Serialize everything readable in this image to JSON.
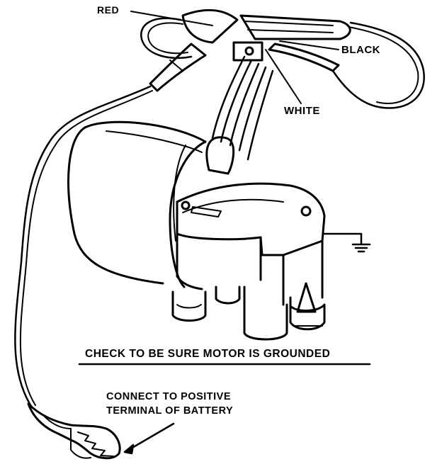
{
  "labels": {
    "red": "RED",
    "black": "BLACK",
    "white": "WHITE",
    "grounded_note": "CHECK TO BE SURE MOTOR IS GROUNDED",
    "connect_line1": "CONNECT TO POSITIVE",
    "connect_line2": "TERMINAL OF BATTERY"
  },
  "colors": {
    "ink": "#000000",
    "paper": "#ffffff"
  }
}
